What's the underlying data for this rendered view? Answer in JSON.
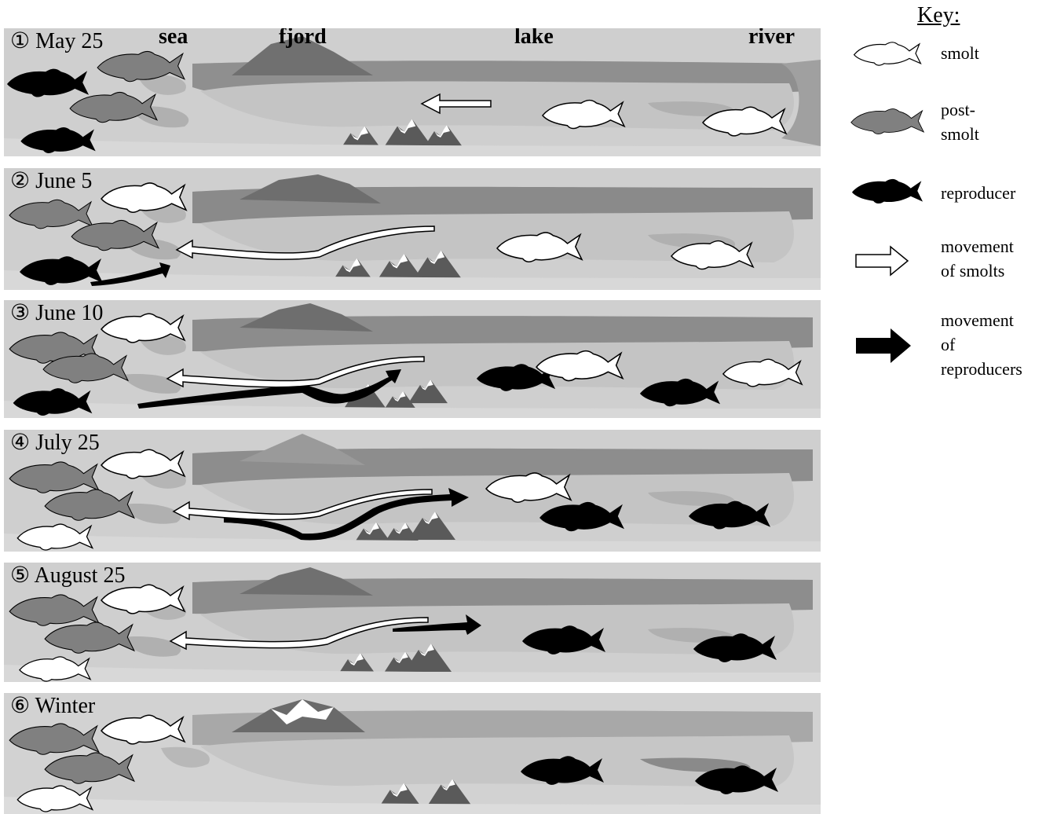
{
  "locations": {
    "sea": "sea",
    "fjord": "fjord",
    "lake": "lake",
    "river": "river"
  },
  "panels": [
    {
      "label": "① May 25"
    },
    {
      "label": "② June 5"
    },
    {
      "label": "③ June 10"
    },
    {
      "label": "④ July 25"
    },
    {
      "label": "⑤ August 25"
    },
    {
      "label": "⑥ Winter"
    }
  ],
  "key": {
    "title": "Key:",
    "smolt": "smolt",
    "post_smolt_line1": "post-",
    "post_smolt_line2": "smolt",
    "reproducer": "reproducer",
    "smolt_movement_line1": "movement",
    "smolt_movement_line2": "of smolts",
    "reproducer_movement_line1": "movement",
    "reproducer_movement_line2": "of",
    "reproducer_movement_line3": "reproducers"
  },
  "colors": {
    "smolt": "#ffffff",
    "post_smolt": "#808080",
    "reproducer": "#000000",
    "background": "#cfcfcf"
  }
}
